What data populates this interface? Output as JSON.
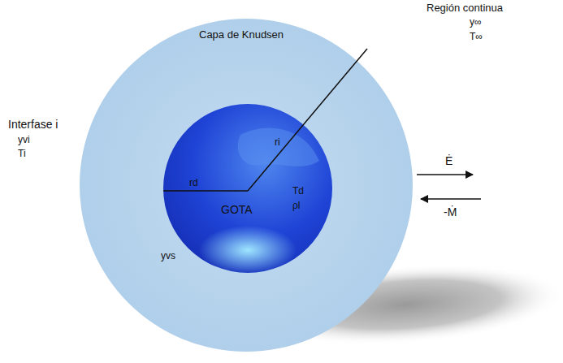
{
  "diagram": {
    "nodes": [
      {
        "text": [
          "Capa de Knudsen"
        ]
      },
      {
        "text": [
          "rd",
          "ri",
          "Td",
          "ρl",
          "GOTA"
        ],
        "in": 0
      }
    ],
    "labels": [
      "Región continua",
      "y∞",
      "T∞",
      "Interfase i",
      "yvi",
      "Ti",
      "yvs",
      "Ė",
      "-Ṁ"
    ]
  }
}
